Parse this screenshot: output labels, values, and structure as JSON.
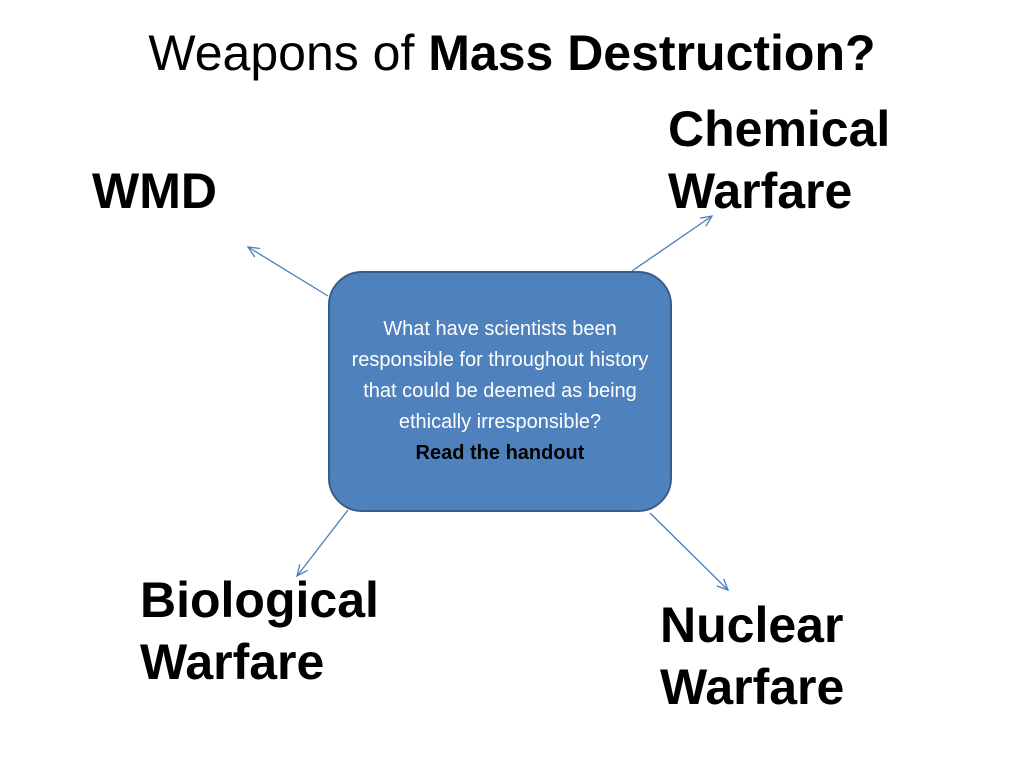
{
  "title": {
    "prefix": "Weapons of ",
    "emphasis": "Mass Destruction?"
  },
  "center": {
    "question": "What have scientists been responsible for throughout history that could be deemed as being ethically irresponsible?",
    "handout": "Read the handout"
  },
  "labels": {
    "wmd": "WMD",
    "chemical_line1": "Chemical",
    "chemical_line2": "Warfare",
    "biological_line1": "Biological",
    "biological_line2": "Warfare",
    "nuclear_line1": "Nuclear",
    "nuclear_line2": "Warfare"
  },
  "colors": {
    "box_fill": "#4f81bd",
    "box_border": "#385d8a",
    "arrow": "#4a7ebb",
    "center_text": "#ffffff",
    "handout_text": "#000000"
  }
}
